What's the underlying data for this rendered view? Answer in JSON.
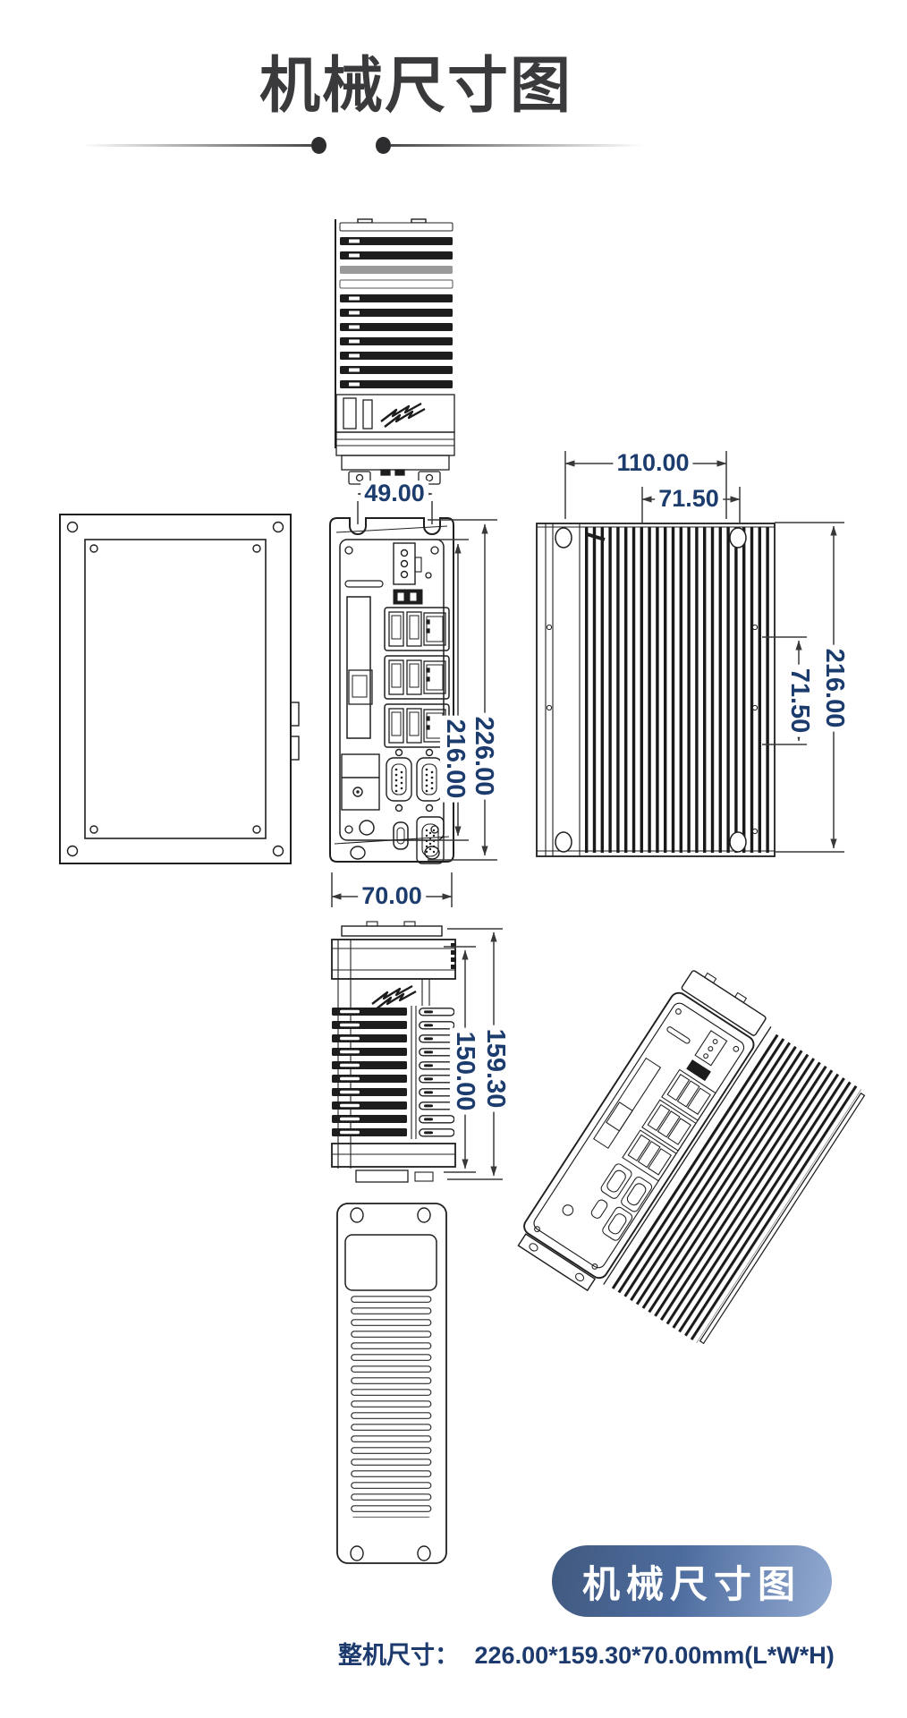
{
  "header": {
    "title": "机械尺寸图"
  },
  "dims": {
    "front_width": "49.00",
    "height_outer": "226.00",
    "height_inner": "216.00",
    "depth": "70.00",
    "side_top_width": "110.00",
    "side_top_pitch": "71.50",
    "side_height": "216.00",
    "side_pitch": "71.50",
    "profile_outer": "159.30",
    "profile_inner": "150.00"
  },
  "footer": {
    "badge": "机械尺寸图",
    "caption_label": "整机尺寸：",
    "caption_value": "226.00*159.30*70.00mm(L*W*H)"
  },
  "colors": {
    "title_text": "#3a3a3c",
    "dimension_text": "#1d3c6e",
    "line_art": "#1f1f1f",
    "badge_text": "#ffffff",
    "badge_gradient_start": "#40597f",
    "badge_gradient_end": "#93abd2",
    "caption_text": "#1c3a6d"
  }
}
